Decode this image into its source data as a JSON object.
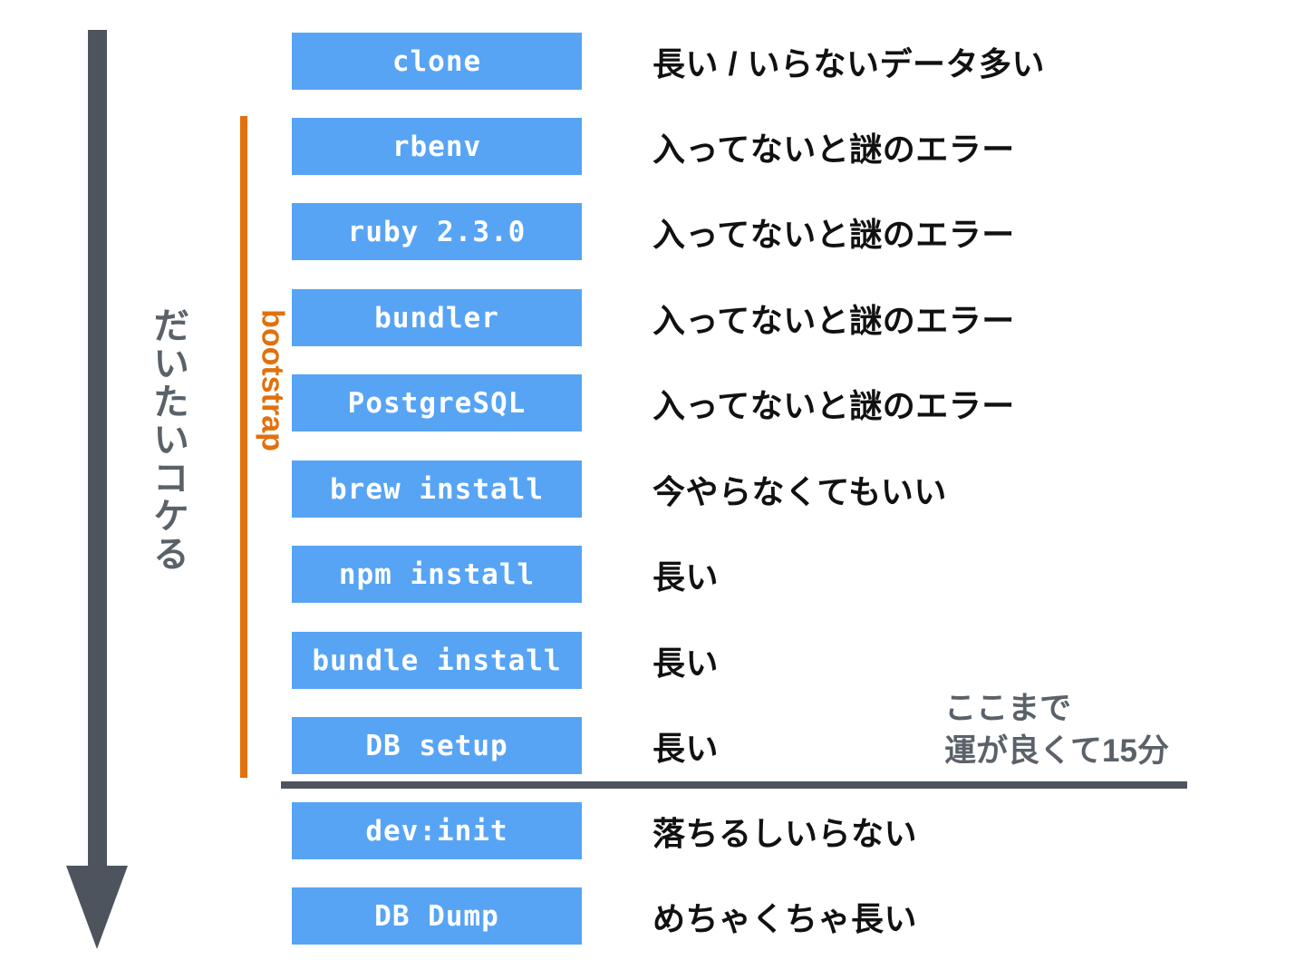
{
  "colors": {
    "box_blue": "#57a4f5",
    "arrow_gray": "#4d545e",
    "accent_orange": "#e2700c",
    "note_text": "#111111",
    "muted_text": "#5a6169",
    "background": "#ffffff"
  },
  "left_axis": {
    "arrow_label": "down-arrow",
    "vertical_caption": "だいたいコケる"
  },
  "bracket": {
    "label": "bootstrap"
  },
  "steps": [
    {
      "command": "clone",
      "note": "長い / いらないデータ多い"
    },
    {
      "command": "rbenv",
      "note": "入ってないと謎のエラー"
    },
    {
      "command": "ruby 2.3.0",
      "note": "入ってないと謎のエラー"
    },
    {
      "command": "bundler",
      "note": "入ってないと謎のエラー"
    },
    {
      "command": "PostgreSQL",
      "note": "入ってないと謎のエラー"
    },
    {
      "command": "brew install",
      "note": "今やらなくてもいい"
    },
    {
      "command": "npm install",
      "note": "長い"
    },
    {
      "command": "bundle install",
      "note": "長い"
    },
    {
      "command": "DB setup",
      "note": "長い"
    },
    {
      "command": "dev:init",
      "note": "落ちるしいらない"
    },
    {
      "command": "DB Dump",
      "note": "めちゃくちゃ長い"
    }
  ],
  "timing_note": {
    "line1": "ここまで",
    "line2": "運が良くて15分"
  }
}
